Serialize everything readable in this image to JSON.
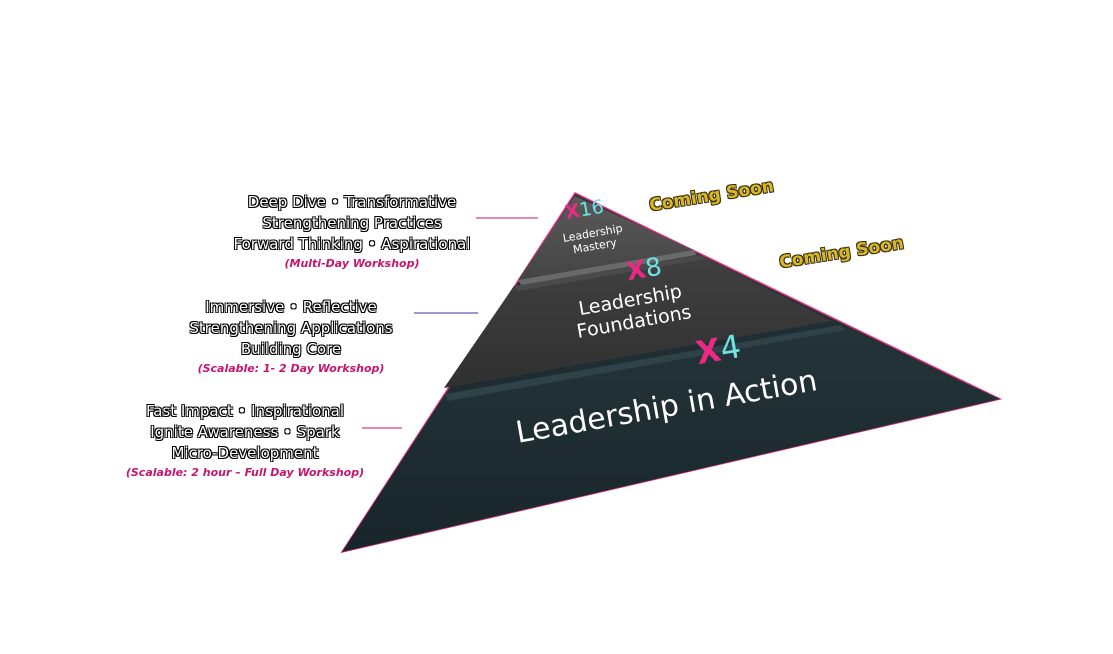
{
  "tiers": [
    {
      "multiplier_x": "X",
      "multiplier_num": "16",
      "title": [
        "Leadership",
        "Mastery"
      ],
      "status": "Coming Soon",
      "desc": [
        "Deep Dive • Transformative",
        "Strengthening Practices",
        "Forward Thinking • Aspirational"
      ],
      "note": "(Multi-Day Workshop)"
    },
    {
      "multiplier_x": "X",
      "multiplier_num": "8",
      "title": [
        "Leadership",
        "Foundations"
      ],
      "status": "Coming Soon",
      "desc": [
        "Immersive • Reflective",
        "Strengthening Applications",
        "Building Core"
      ],
      "note": "(Scalable: 1- 2 Day Workshop)"
    },
    {
      "multiplier_x": "X",
      "multiplier_num": "4",
      "title": [
        "Leadership in Action"
      ],
      "desc": [
        "Fast Impact • Inspirational",
        "Ignite Awareness • Spark",
        "Micro-Development"
      ],
      "note": "(Scalable:  2 hour – Full Day Workshop)"
    }
  ],
  "colors": {
    "accent": "#ec2a86",
    "number": "#6fe3e3",
    "coming_soon": "#d8b62c",
    "tier_top": "#4a4a4a",
    "tier_mid": "#383838",
    "tier_base": "#1e2c31"
  }
}
